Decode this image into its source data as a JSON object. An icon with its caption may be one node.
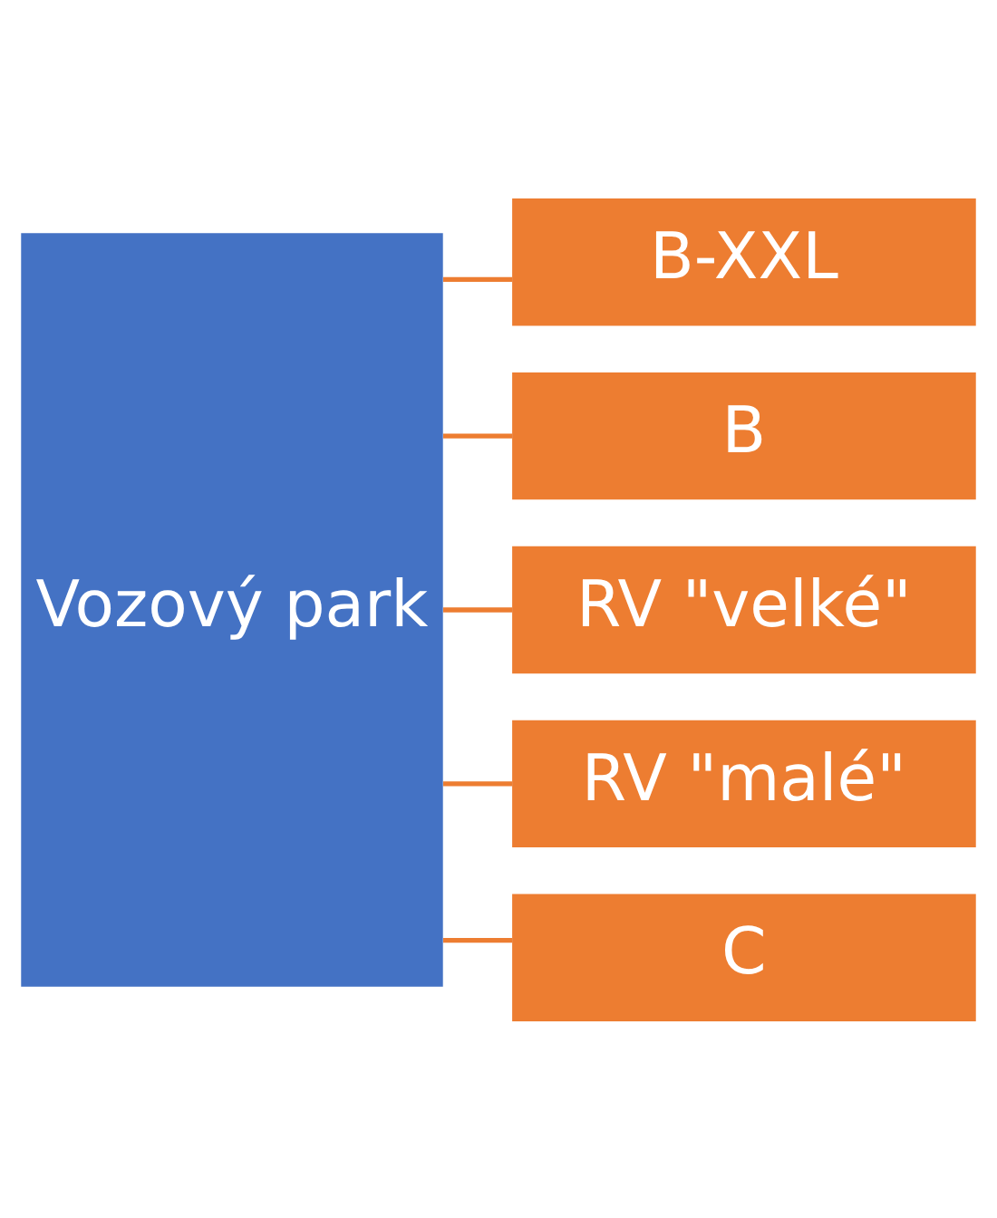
{
  "diagram": {
    "nodes": [
      {
        "text": [
          "Vozový park"
        ]
      },
      {
        "text": [
          "B-XXL"
        ]
      },
      {
        "text": [
          "B"
        ]
      },
      {
        "text": [
          "RV \"velké\""
        ]
      },
      {
        "text": [
          "RV \"malé\""
        ]
      },
      {
        "text": [
          "C"
        ]
      }
    ],
    "edges": [
      {
        "from": 0,
        "to": 1,
        "arrow": "none"
      },
      {
        "from": 0,
        "to": 2,
        "arrow": "none"
      },
      {
        "from": 0,
        "to": 3,
        "arrow": "none"
      },
      {
        "from": 0,
        "to": 4,
        "arrow": "none"
      },
      {
        "from": 0,
        "to": 5,
        "arrow": "none"
      }
    ]
  }
}
